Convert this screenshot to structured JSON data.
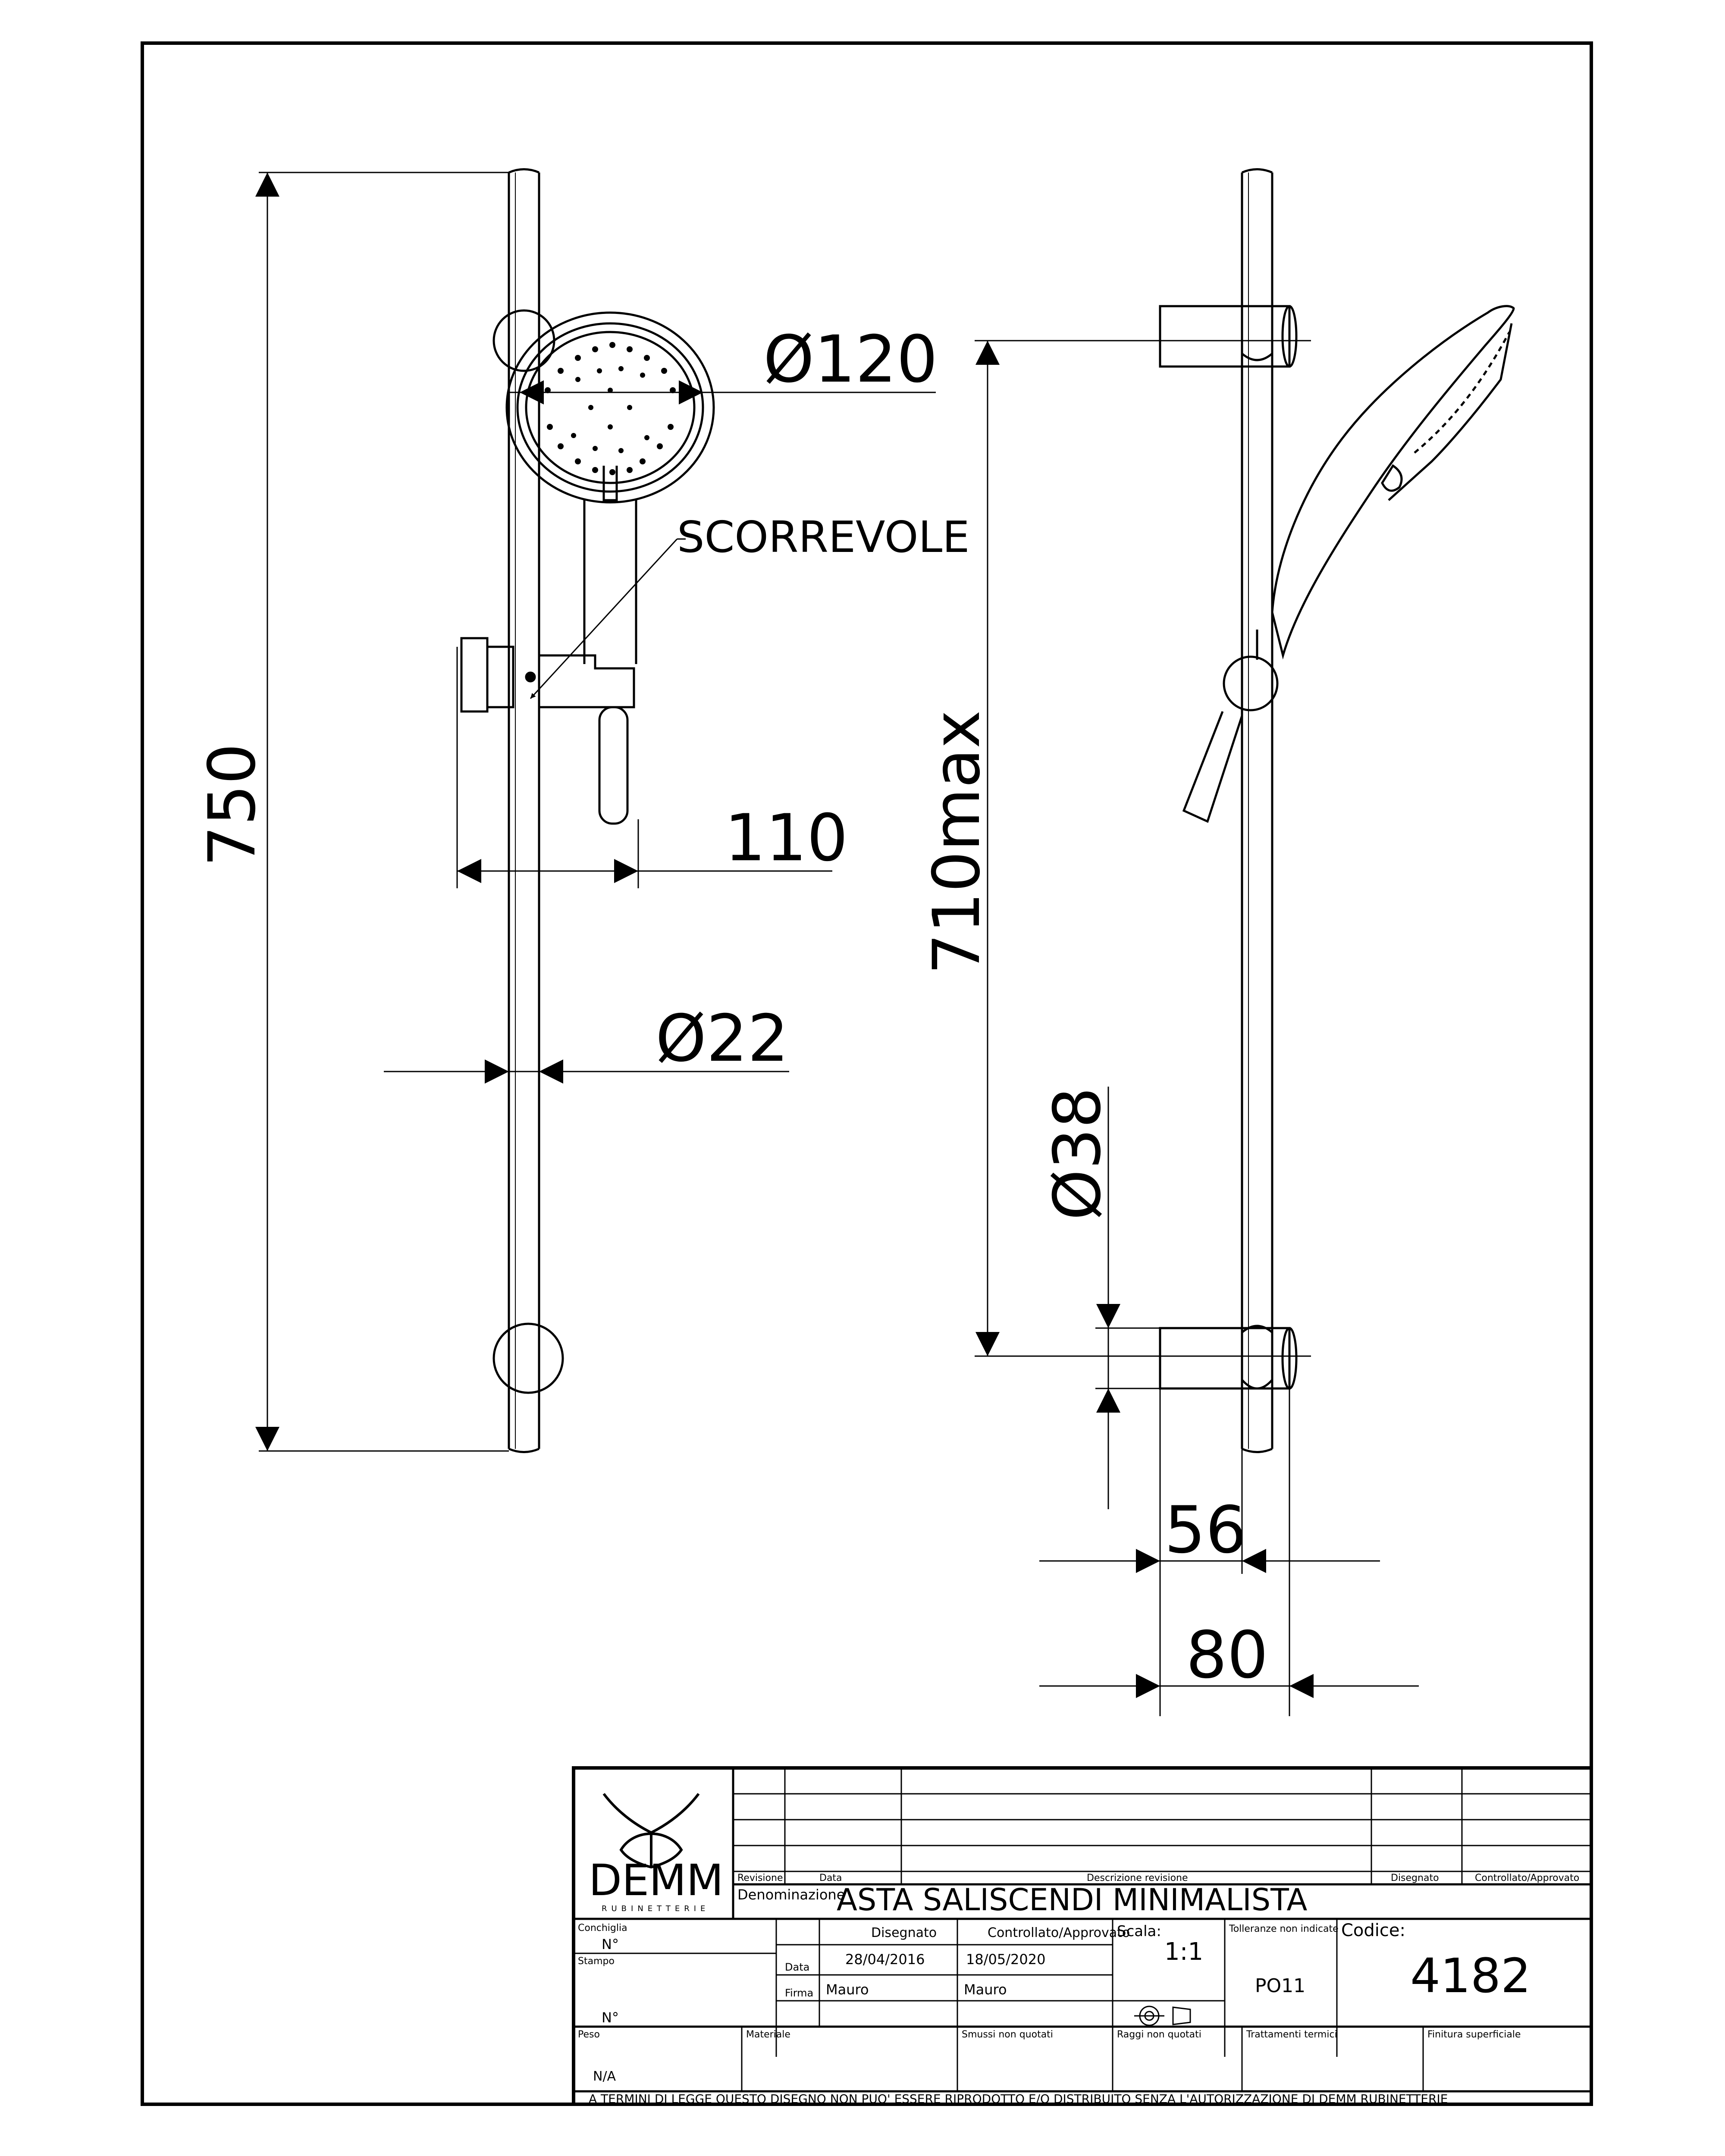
{
  "drawing": {
    "labels": {
      "dia_head": "Ø120",
      "sliding": "SCORREVOLE",
      "len_total": "750",
      "offset": "110",
      "dia_bar": "Ø22",
      "len_max": "710max",
      "dia_holder": "Ø38",
      "depth_inner": "56",
      "depth_outer": "80"
    }
  },
  "title_block": {
    "logo": {
      "name": "DEMM",
      "tagline": "RUBINETTERIE"
    },
    "revision_headers": {
      "revisione": "Revisione",
      "data": "Data",
      "descrizione": "Descrizione revisione",
      "disegnato": "Disegnato",
      "controllato": "Controllato/Approvato"
    },
    "denominazione_label": "Denominazione",
    "denominazione": "ASTA SALISCENDI MINIMALISTA",
    "conchiglia_label": "Conchiglia",
    "conchiglia_value": "N°",
    "stampo_label": "Stampo",
    "stampo_value": "N°",
    "disegnato_label": "Disegnato",
    "controllato_label": "Controllato/Approvato",
    "data_label": "Data",
    "firma_label": "Firma",
    "data_disegnato": "28/04/2016",
    "data_controllato": "18/05/2020",
    "firma_disegnato": "Mauro",
    "firma_controllato": "Mauro",
    "scala_label": "Scala:",
    "scala_value": "1:1",
    "tolleranze_label": "Tolleranze non indicate",
    "tolleranze_value": "PO11",
    "codice_label": "Codice:",
    "codice_value": "4182",
    "peso_label": "Peso",
    "peso_value": "N/A",
    "materiale_label": "Materiale",
    "smussi_label": "Smussi non quotati",
    "raggi_label": "Raggi non quotati",
    "trattamenti_label": "Trattamenti termici",
    "finitura_label": "Finitura superficiale",
    "footer": "A TERMINI DI LEGGE QUESTO DISEGNO NON PUO' ESSERE RIPRODOTTO E/O DISTRIBUITO SENZA L'AUTORIZZAZIONE DI DEMM RUBINETTERIE"
  }
}
